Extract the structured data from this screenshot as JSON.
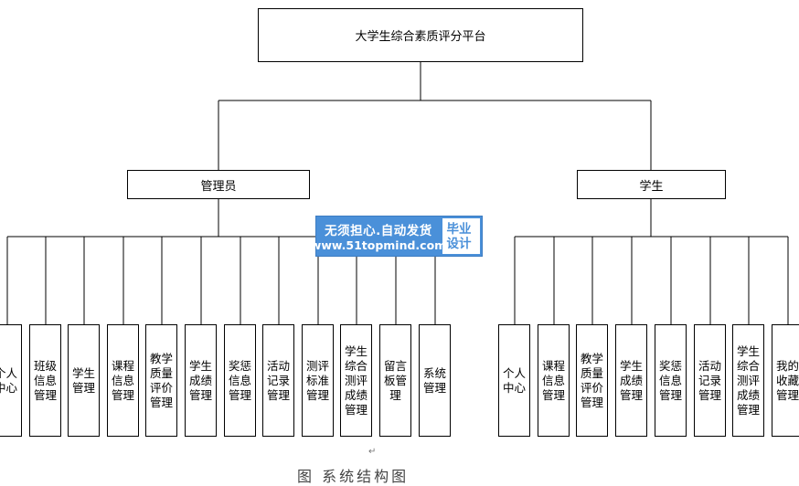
{
  "root": {
    "label": "大学生综合素质评分平台"
  },
  "admin": {
    "label": "管理员",
    "children": [
      "个人中心",
      "班级信息管理",
      "学生管理",
      "课程信息管理",
      "教学质量评价管理",
      "学生成绩管理",
      "奖惩信息管理",
      "活动记录管理",
      "测评标准管理",
      "学生综合测评成绩管理",
      "留言板管理",
      "系统管理"
    ]
  },
  "student": {
    "label": "学生",
    "children": [
      "个人中心",
      "课程信息管理",
      "教学质量评价管理",
      "学生成绩管理",
      "奖惩信息管理",
      "活动记录管理",
      "学生综合测评成绩管理",
      "我的收藏管理"
    ]
  },
  "watermark": {
    "line1": "无须担心.自动发货",
    "line2": "www.51topmind.com",
    "badge": "毕业设计"
  },
  "caption": "图 系统结构图",
  "return_mark": "↵"
}
